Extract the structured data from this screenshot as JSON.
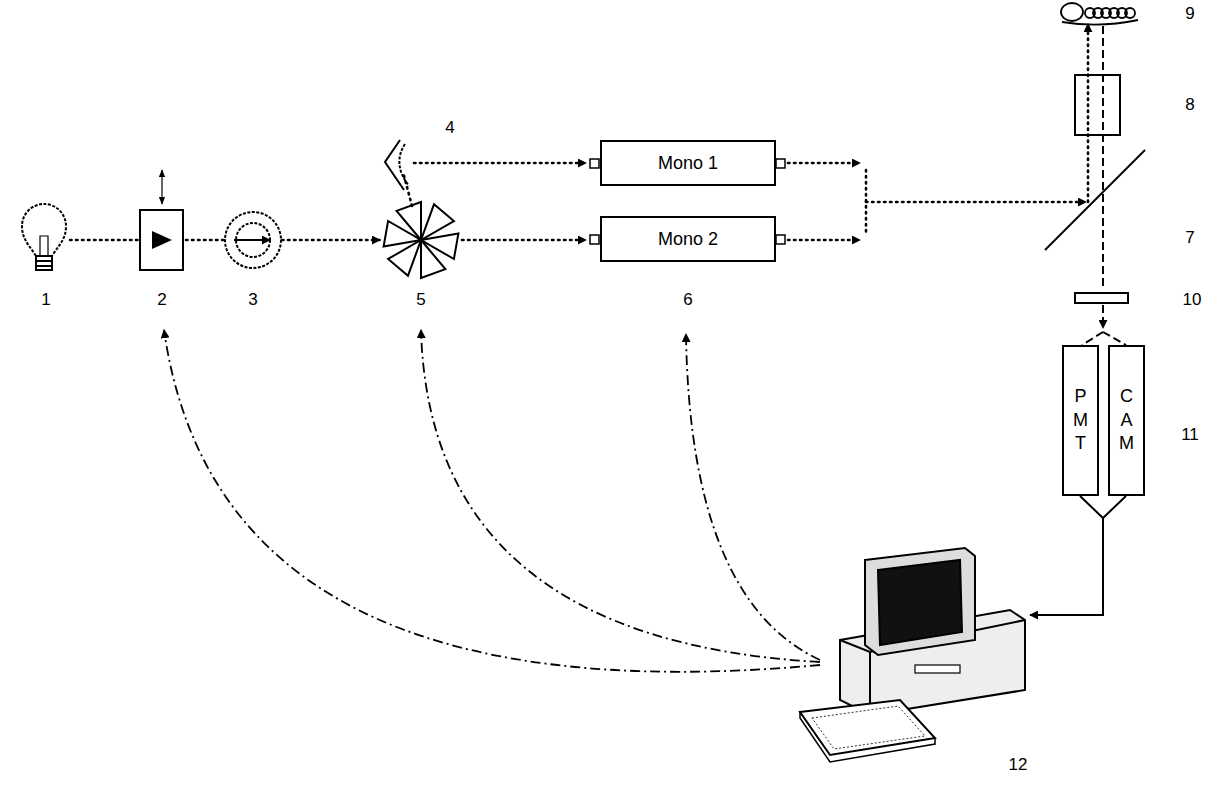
{
  "diagram": {
    "nodes": [
      {
        "text": [
          "Mono 1"
        ]
      },
      {
        "text": [
          "Mono 2"
        ]
      },
      {
        "text": [
          "PMT"
        ]
      },
      {
        "text": [
          "CAM"
        ]
      }
    ],
    "labels": [
      "1",
      "2",
      "3",
      "4",
      "5",
      "6",
      "7",
      "8",
      "9",
      "10",
      "11",
      "12"
    ]
  }
}
